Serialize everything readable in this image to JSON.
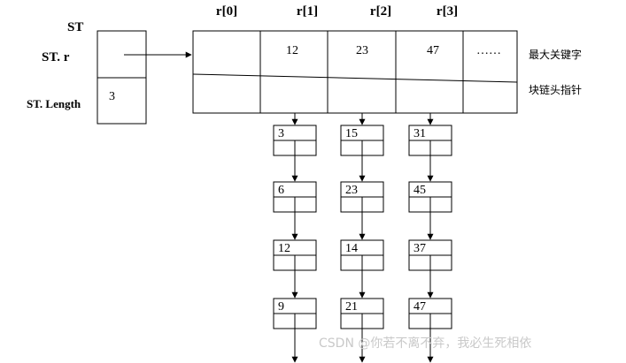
{
  "struct": {
    "title": "ST",
    "field_r": "ST. r",
    "field_length": "ST. Length",
    "length_value": "3"
  },
  "table": {
    "headers": [
      "r[0]",
      "r[1]",
      "r[2]",
      "r[3]"
    ],
    "max_keys": [
      "",
      "12",
      "23",
      "47",
      "……"
    ],
    "row_label_max": "最大关键字",
    "row_label_ptr": "块链头指针"
  },
  "chains": [
    [
      "3",
      "6",
      "12",
      "9"
    ],
    [
      "15",
      "23",
      "14",
      "21"
    ],
    [
      "31",
      "45",
      "37",
      "47"
    ]
  ],
  "watermark": "CSDN @你若不离不弃，我必生死相依"
}
